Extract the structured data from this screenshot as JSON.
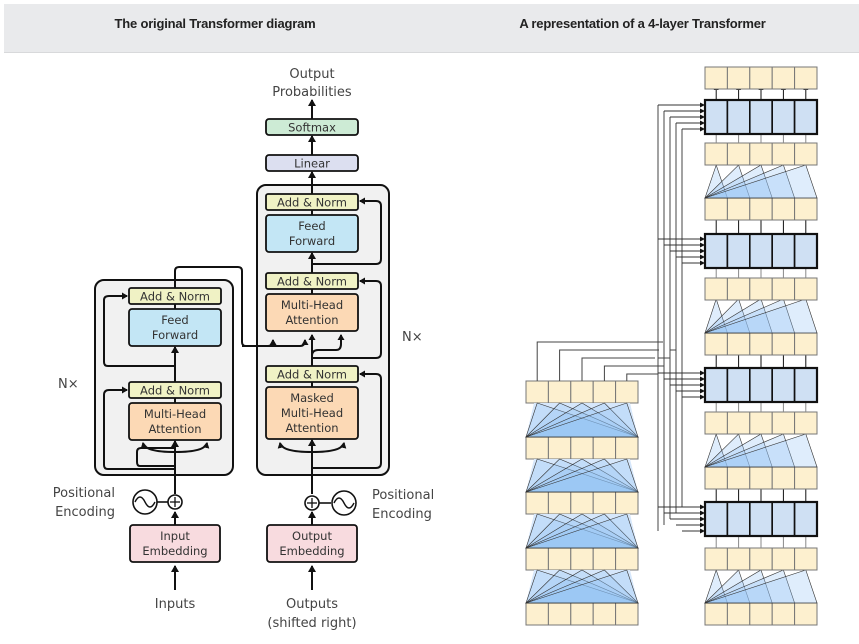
{
  "header": {
    "left_title": "The original Transformer diagram",
    "right_title": "A representation of a 4-layer Transformer"
  },
  "original_diagram": {
    "output_label": [
      "Output",
      "Probabilities"
    ],
    "softmax": "Softmax",
    "linear": "Linear",
    "encoder": {
      "repeat_label": "N×",
      "add_norm": "Add & Norm",
      "feed_forward": [
        "Feed",
        "Forward"
      ],
      "attention": [
        "Multi-Head",
        "Attention"
      ]
    },
    "decoder": {
      "repeat_label": "N×",
      "add_norm": "Add & Norm",
      "feed_forward": [
        "Feed",
        "Forward"
      ],
      "cross_attention": [
        "Multi-Head",
        "Attention"
      ],
      "masked_attention": [
        "Masked",
        "Multi-Head",
        "Attention"
      ]
    },
    "input_embedding": [
      "Input",
      "Embedding"
    ],
    "output_embedding": [
      "Output",
      "Embedding"
    ],
    "positional_encoding_left": [
      "Positional",
      "Encoding"
    ],
    "positional_encoding_right": [
      "Positional",
      "Encoding"
    ],
    "inputs_label": "Inputs",
    "outputs_label": [
      "Outputs",
      "(shifted right)"
    ]
  },
  "four_layer": {
    "encoder_layers": 4,
    "decoder_layers": 4,
    "tokens_per_layer": 5
  },
  "colors": {
    "header_bg": "#e9eaec",
    "token": "#fdf0cf",
    "cross_block": "#cfe0f3",
    "add_norm": "#f0f2c5",
    "feed_forward": "#c3e6f5",
    "attention": "#fcd9b5",
    "softmax": "#cdebd5",
    "linear": "#dcdff0",
    "embedding": "#f8dbdf",
    "stack_bg": "#f1f1f1"
  }
}
